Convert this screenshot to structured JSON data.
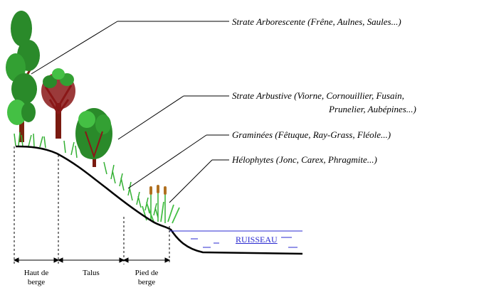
{
  "labels": {
    "arborescente": "Strate Arborescente (Frêne, Aulnes, Saules...)",
    "arbustive_1": "Strate Arbustive (Viorne, Cornouillier, Fusain,",
    "arbustive_2": "Prunelier, Aubépines...)",
    "graminees": "Graminées (Fêtuque, Ray-Grass, Fléole...)",
    "helophytes": "Hélophytes (Jonc, Carex, Phragmite...)"
  },
  "water": {
    "label": "RUISSEAU",
    "color": "#2a2ad0"
  },
  "zones": {
    "haut_1": "Haut de",
    "haut_2": "berge",
    "talus": "Talus",
    "pied_1": "Pied de",
    "pied_2": "berge"
  },
  "colors": {
    "foliage": "#2a8a2a",
    "foliage_light": "#44c044",
    "trunk": "#7a2410",
    "shrub_dark": "#8a1818",
    "grass": "#33b033",
    "reed": "#b07020",
    "water": "#2a2ad0"
  }
}
